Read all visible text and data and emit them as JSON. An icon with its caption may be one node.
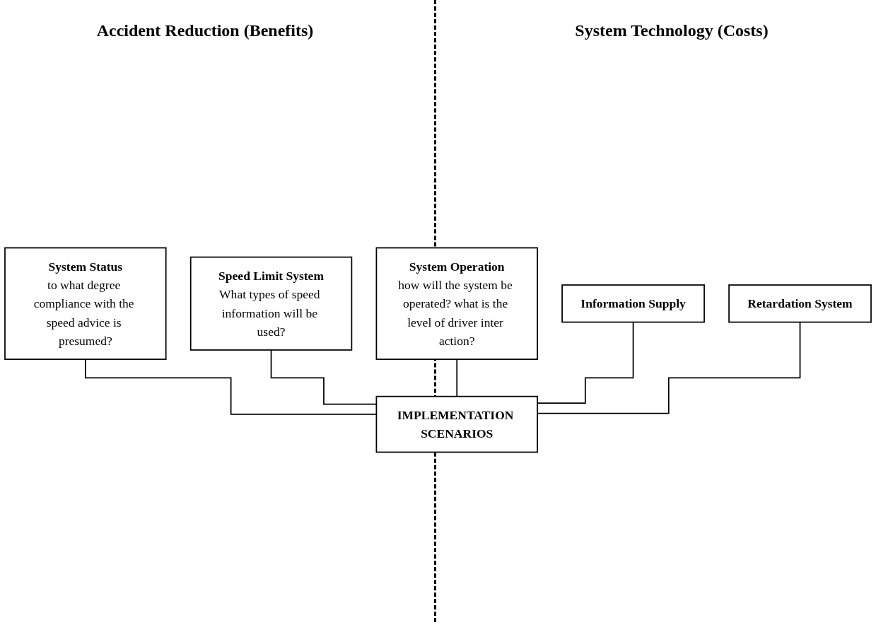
{
  "diagram": {
    "nodes": [
      {
        "text": [
          "System Status",
          "to what degree compliance with the speed advice is presumed?"
        ]
      },
      {
        "text": [
          "System Operation",
          "how will the system be operated? what is the level of driver inter action?"
        ]
      },
      {
        "text": [
          "Information Supply"
        ]
      },
      {
        "text": [
          "Speed Limit System",
          "What types of speed information will be used?"
        ]
      },
      {
        "text": [
          "Retardation System"
        ]
      },
      {
        "text": [
          "IMPLEMENTATION SCENARIOS"
        ]
      }
    ],
    "edges": [
      {
        "from": 0,
        "to": 5,
        "arrow": "none"
      },
      {
        "from": 3,
        "to": 5,
        "arrow": "none"
      },
      {
        "from": 1,
        "to": 5,
        "arrow": "none"
      },
      {
        "from": 2,
        "to": 5,
        "arrow": "none"
      },
      {
        "from": 4,
        "to": 5,
        "arrow": "none"
      }
    ],
    "labels": [
      "Accident Reduction (Benefits)",
      "System Technology (Costs)"
    ]
  }
}
